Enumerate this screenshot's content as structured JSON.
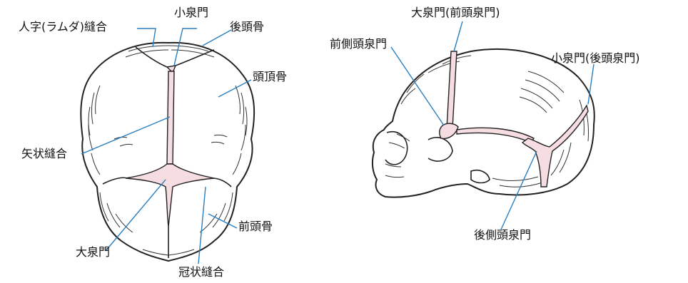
{
  "top_view": {
    "labels": {
      "lambdoid_suture": "人字(ラムダ)縫合",
      "posterior_fontanelle": "小泉門",
      "occipital_bone": "後頭骨",
      "parietal_bone": "頭頂骨",
      "sagittal_suture": "矢状縫合",
      "frontal_bone": "前頭骨",
      "anterior_fontanelle": "大泉門",
      "coronal_suture": "冠状縫合"
    }
  },
  "side_view": {
    "labels": {
      "anterior_fontanelle": "大泉門(前頭泉門)",
      "sphenoidal_fontanelle": "前側頭泉門",
      "posterior_fontanelle": "小泉門(後頭泉門)",
      "mastoid_fontanelle": "後側頭泉門"
    }
  },
  "colors": {
    "fontanelle_fill": "#f6dde2",
    "leader_line": "#2a7fc0",
    "outline": "#222222"
  }
}
